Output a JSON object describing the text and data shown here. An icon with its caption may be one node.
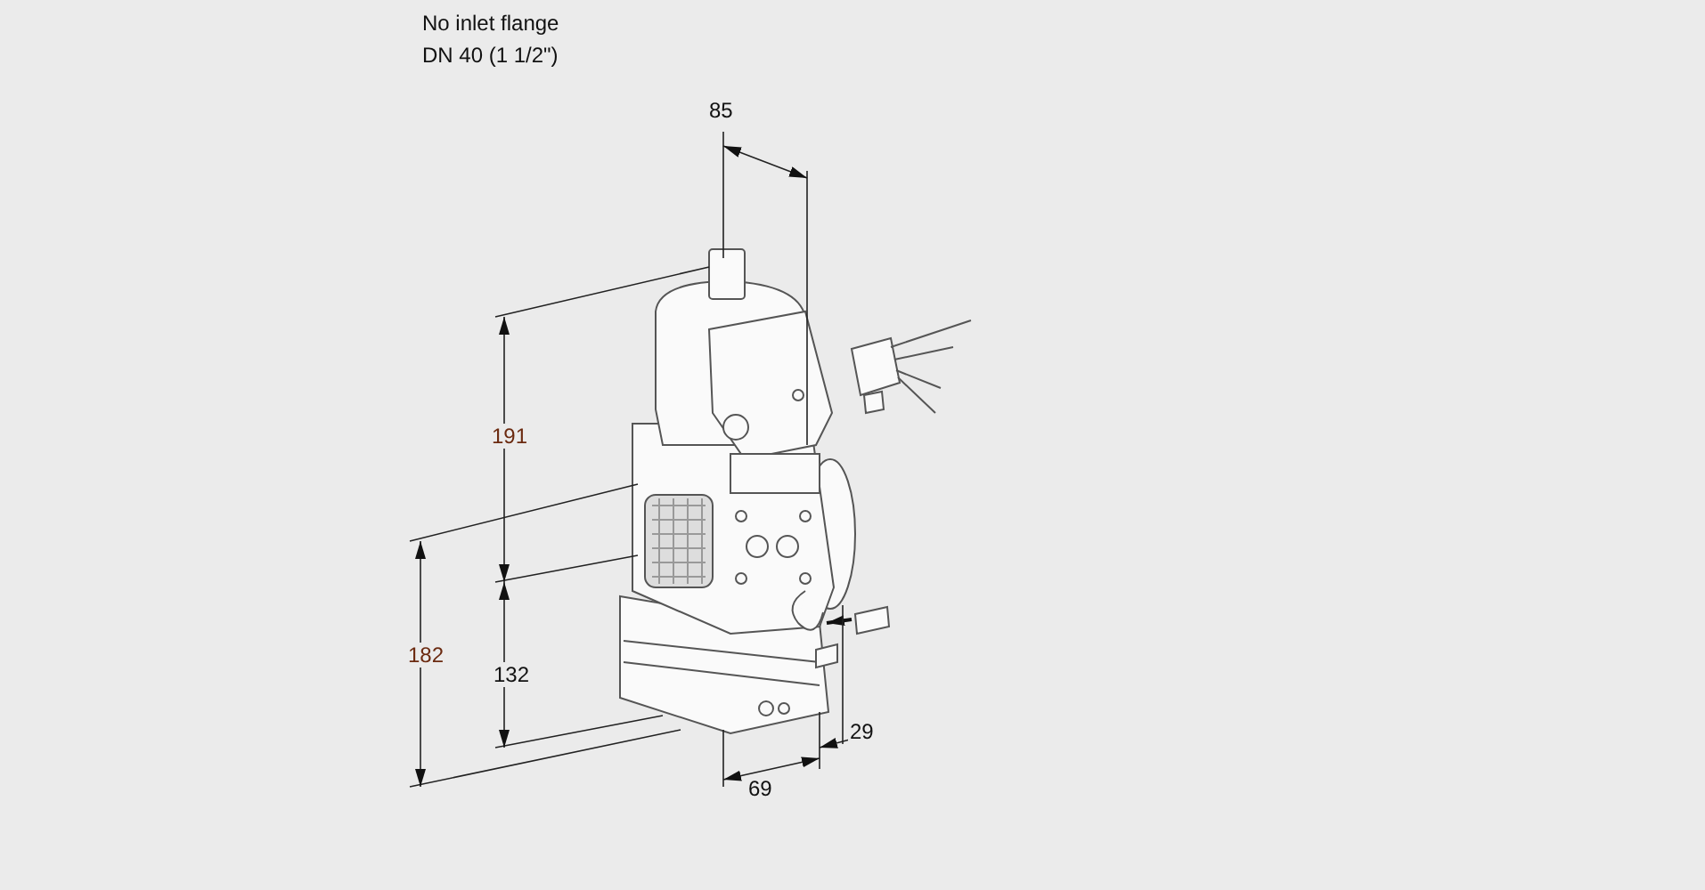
{
  "diagram": {
    "labels": [
      "No inlet flange",
      "DN 40 (1 1/2\")",
      "85",
      "191",
      "182",
      "132",
      "69",
      "29"
    ]
  }
}
